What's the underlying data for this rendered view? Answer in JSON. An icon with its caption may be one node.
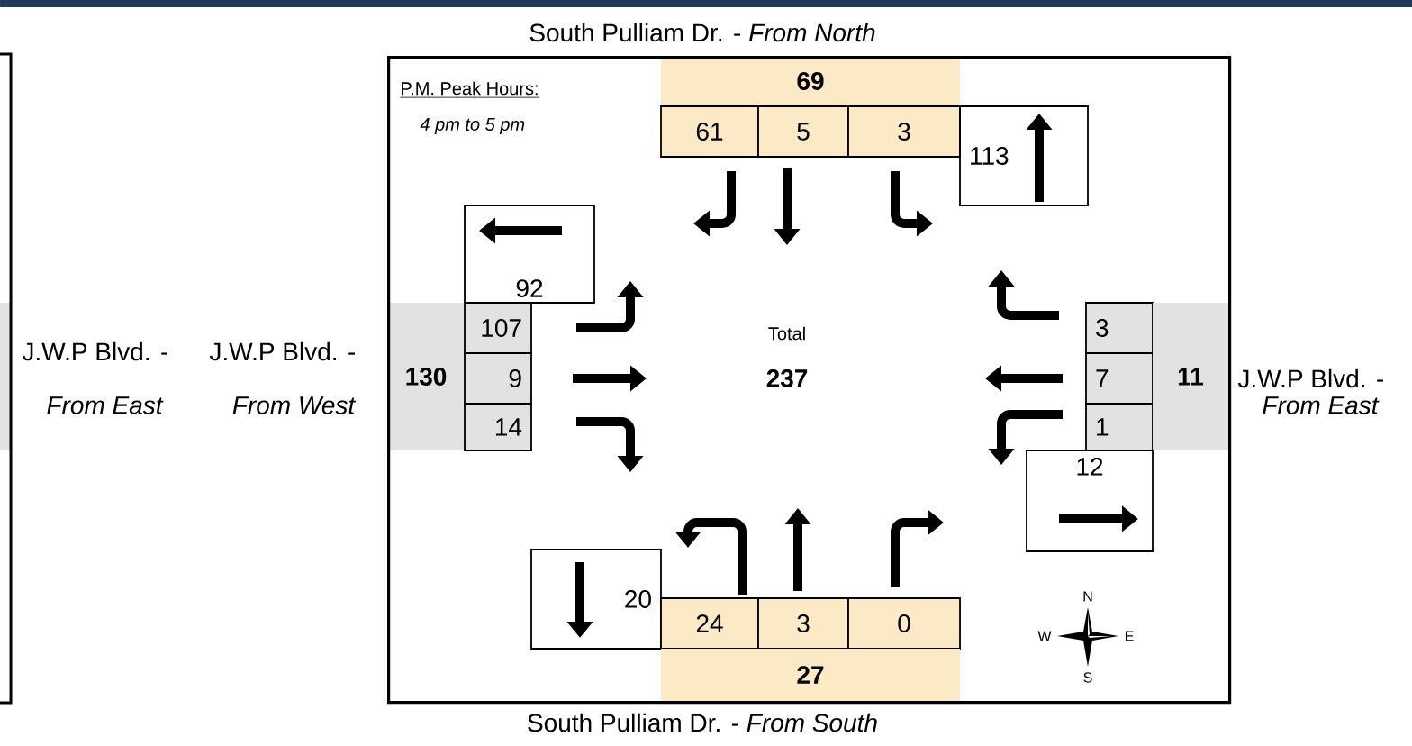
{
  "diagram": {
    "nodes": [
      {
        "text": [
          "P.M. Peak Hours:",
          "4 pm to 5 pm"
        ]
      },
      {
        "text": [
          "69"
        ],
        "in": 0
      },
      {
        "text": [
          "61"
        ],
        "in": 0
      },
      {
        "text": [
          "5"
        ],
        "in": 0
      },
      {
        "text": [
          "3"
        ],
        "in": 0
      },
      {
        "text": [
          "113"
        ],
        "in": 0
      },
      {
        "text": [
          "92"
        ],
        "in": 0
      },
      {
        "text": [
          "130"
        ],
        "in": 0
      },
      {
        "text": [
          "107"
        ],
        "in": 0
      },
      {
        "text": [
          "9"
        ],
        "in": 0
      },
      {
        "text": [
          "14"
        ],
        "in": 0
      },
      {
        "text": [
          "3"
        ],
        "in": 0
      },
      {
        "text": [
          "7"
        ],
        "in": 0
      },
      {
        "text": [
          "1"
        ],
        "in": 0
      },
      {
        "text": [
          "11"
        ],
        "in": 0
      },
      {
        "text": [
          "12"
        ],
        "in": 0
      },
      {
        "text": [
          "20"
        ],
        "in": 0
      },
      {
        "text": [
          "24"
        ],
        "in": 0
      },
      {
        "text": [
          "3"
        ],
        "in": 0
      },
      {
        "text": [
          "0"
        ],
        "in": 0
      },
      {
        "text": [
          "27"
        ],
        "in": 0
      }
    ],
    "labels": [
      "South Pulliam Dr. - *From North*",
      "J.W.P Blvd. -",
      "J.W.P Blvd. -",
      "From East",
      "From West",
      "Total",
      "237",
      "J.W.P Blvd. -",
      "From East",
      "N",
      "W",
      "E",
      "S",
      "South Pulliam Dr. - *From South*"
    ]
  }
}
